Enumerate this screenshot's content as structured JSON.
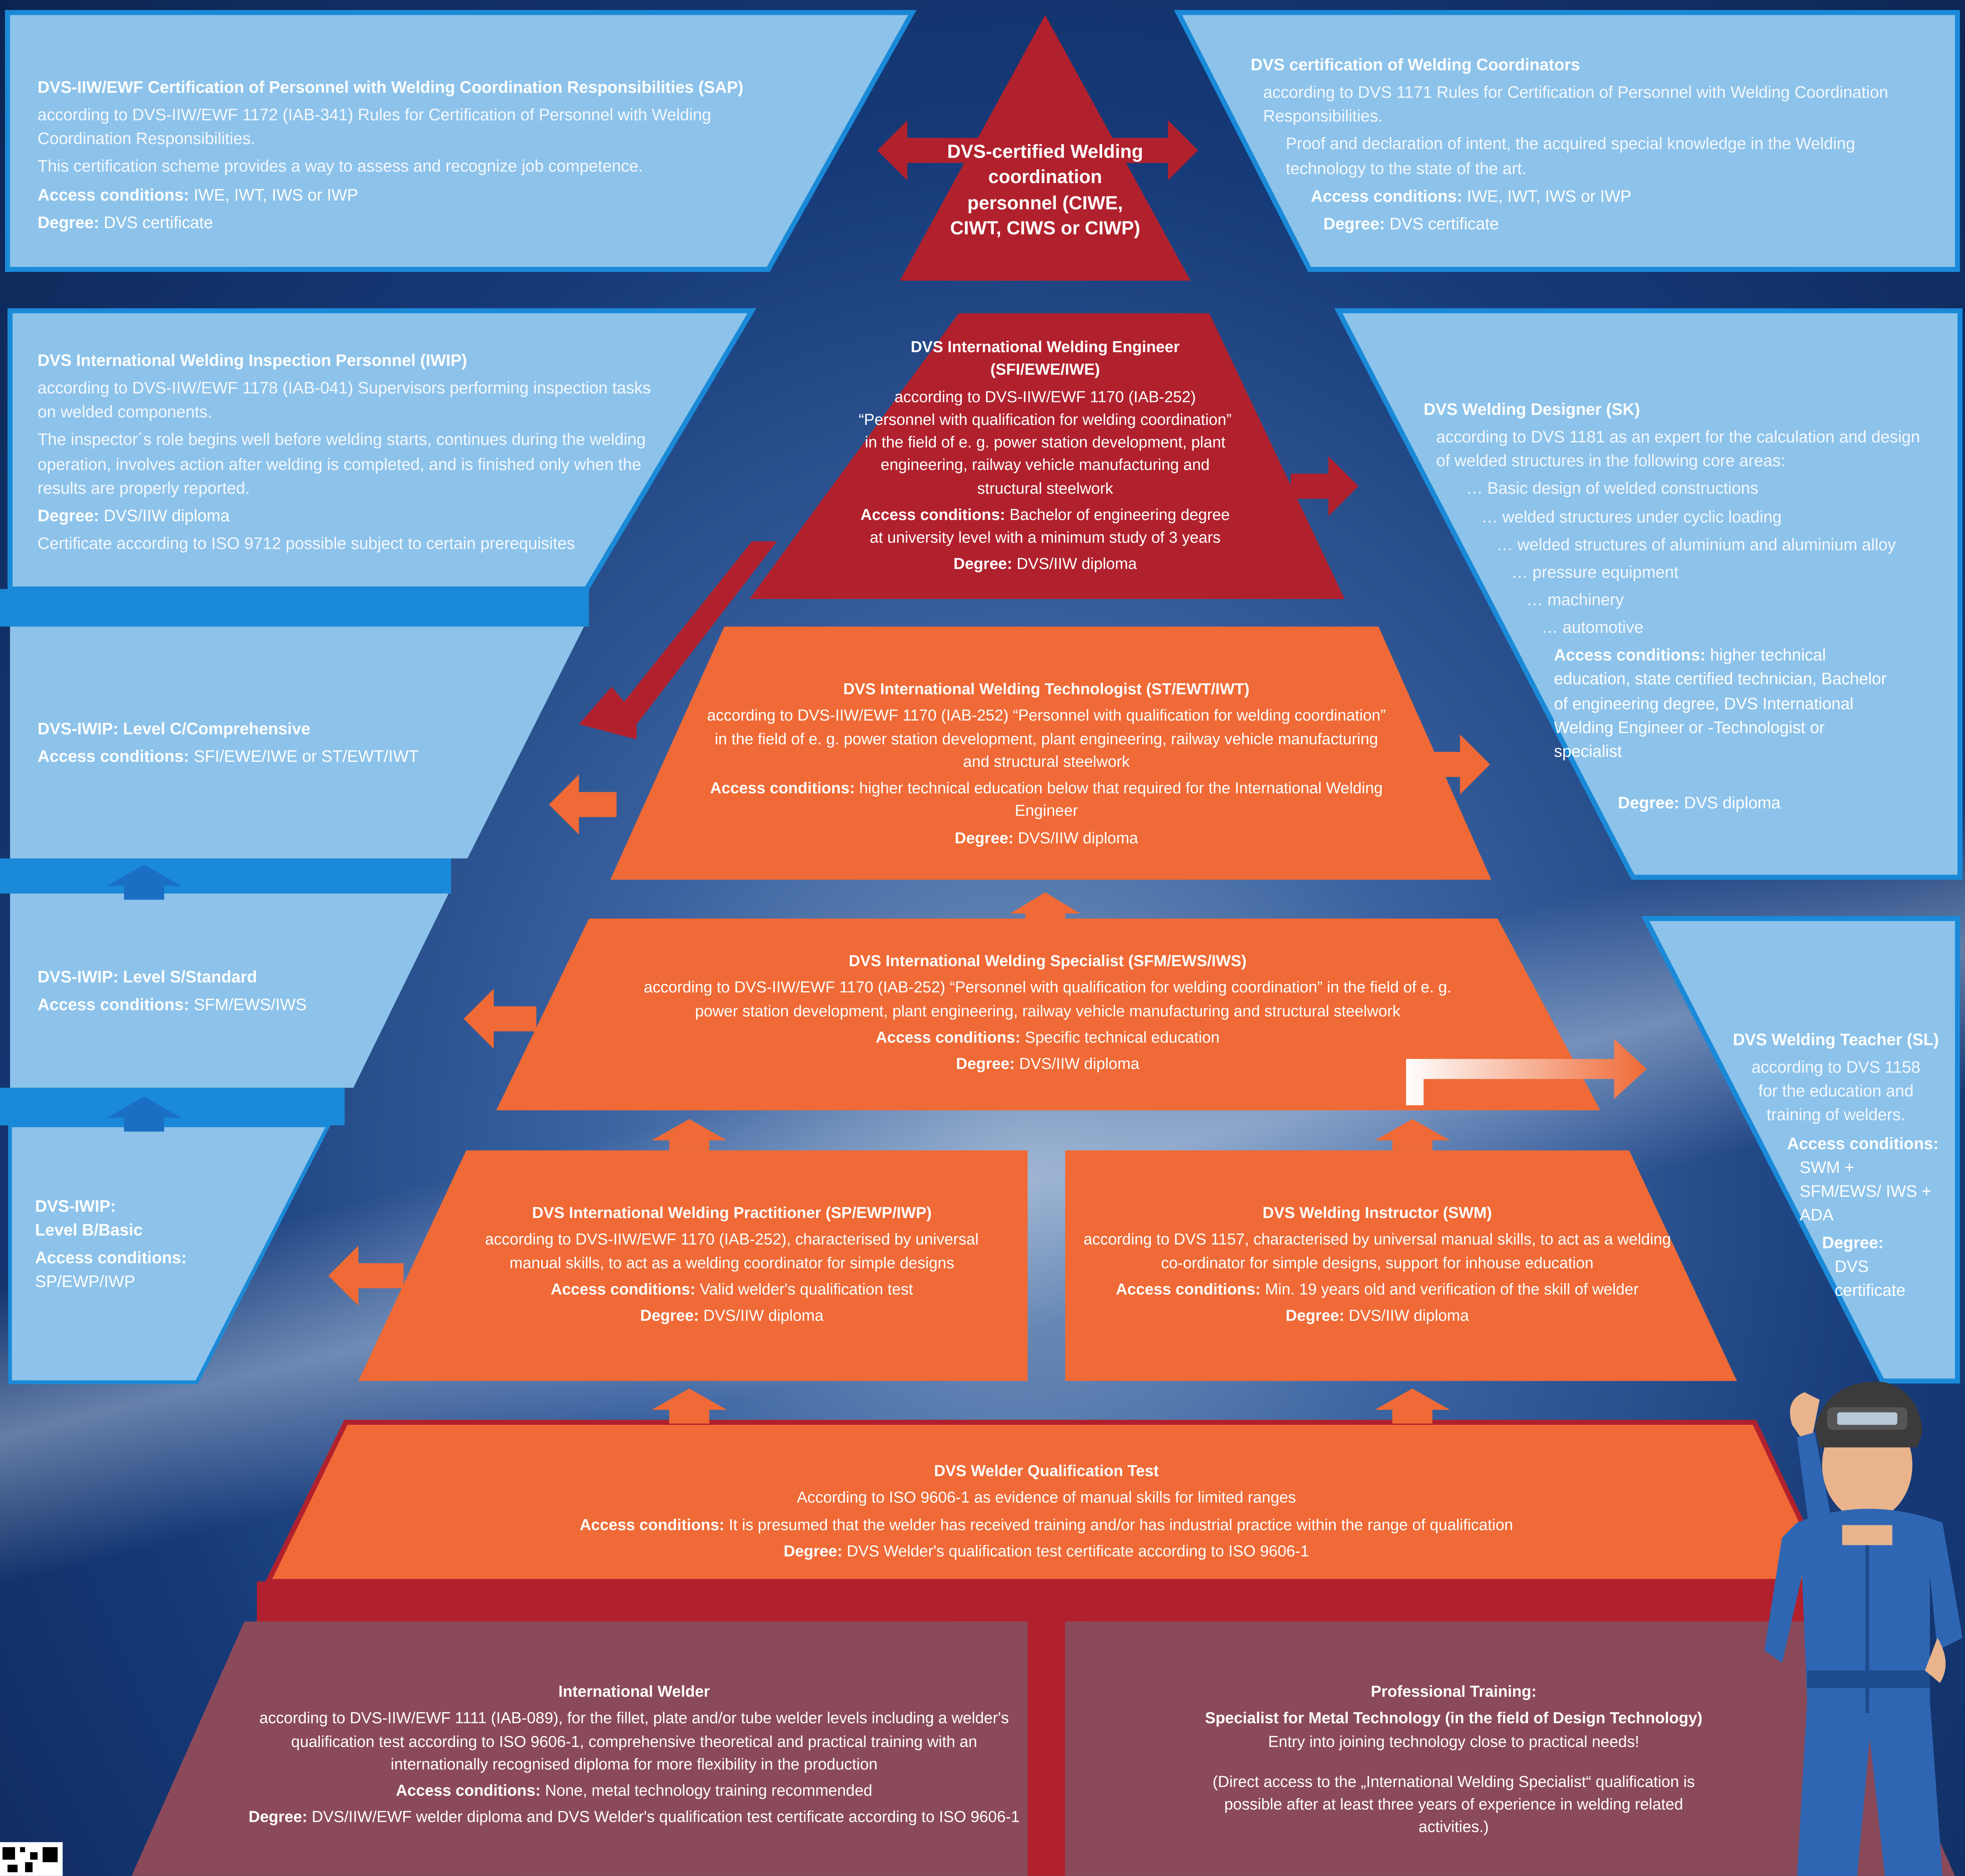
{
  "colors": {
    "light_blue_panel": "#8dc3ea",
    "blue_frame": "#1a8ad8",
    "dark_red": "#b1212d",
    "orange": "#ef6a36",
    "maroon": "#8b4a5a",
    "navy": "#0d2a5c"
  },
  "top_left": {
    "title": "DVS-IIW/EWF Certification of Personnel with Welding Coordination Responsibilities (SAP)",
    "desc": "according to DVS-IIW/EWF 1172 (IAB-341) Rules for Certification of Personnel with Welding Coordination Responsibilities.",
    "desc2": "This certification scheme provides a way to assess and recognize job competence.",
    "access_label": "Access conditions:",
    "access_value": "IWE, IWT, IWS or IWP",
    "degree_label": "Degree:",
    "degree_value": "DVS certificate"
  },
  "top_right": {
    "title": "DVS certification of Welding Coordinators",
    "desc": "according to DVS 1171 Rules for Certification of Personnel with Welding Coordination Responsibilities.",
    "desc2": "Proof and declaration of intent, the acquired special knowledge in the Welding technology to the state of the art.",
    "access_label": "Access conditions:",
    "access_value": "IWE, IWT, IWS or IWP",
    "degree_label": "Degree:",
    "degree_value": "DVS certificate"
  },
  "apex": {
    "label": "DVS-certified Welding coordination personnel (CIWE, CIWT, CIWS or CIWP)"
  },
  "iwip": {
    "title": "DVS International Welding Inspection Personnel (IWIP)",
    "desc": "according to DVS-IIW/EWF 1178 (IAB-041) Supervisors performing inspection tasks on welded components.",
    "desc2": "The inspector´s role begins well before welding starts, continues during the welding operation, involves action after welding is completed, and is finished only when the results are properly reported.",
    "degree_label": "Degree:",
    "degree_value": "DVS/IIW diploma",
    "note": "Certificate according to ISO 9712 possible subject to certain prerequisites"
  },
  "iwip_c": {
    "title": "DVS-IWIP: Level C/Comprehensive",
    "access_label": "Access conditions:",
    "access_value": "SFI/EWE/IWE or ST/EWT/IWT"
  },
  "iwip_s": {
    "title": "DVS-IWIP: Level S/Standard",
    "access_label": "Access conditions:",
    "access_value": "SFM/EWS/IWS"
  },
  "iwip_b": {
    "title1": "DVS-IWIP:",
    "title2": "Level B/Basic",
    "access_label": "Access conditions:",
    "access_value": "SP/EWP/IWP"
  },
  "designer": {
    "title": "DVS Welding Designer (SK)",
    "desc": "according to DVS 1181 as an expert for the calculation and design of welded structures in the following core areas:",
    "areas": [
      "… Basic design of welded constructions",
      "… welded structures under cyclic loading",
      "… welded structures of aluminium and aluminium alloy",
      "… pressure equipment",
      "… machinery",
      "… automotive"
    ],
    "access_label": "Access conditions:",
    "access_value": "higher technical education, state certified technician, Bachelor of engineering degree, DVS International Welding Engineer or -Technologist or specialist",
    "degree_label": "Degree:",
    "degree_value": "DVS diploma"
  },
  "teacher": {
    "title": "DVS Welding Teacher (SL)",
    "desc": "according to DVS 1158 for the education and training of welders.",
    "access_label": "Access conditions:",
    "access_value": "SWM + SFM/EWS/ IWS + ADA",
    "degree_label": "Degree:",
    "degree_value": "DVS certificate"
  },
  "engineer": {
    "title": "DVS International Welding Engineer (SFI/EWE/IWE)",
    "desc": "according to DVS-IIW/EWF 1170 (IAB-252) “Personnel with qualification for welding coordination” in the field of e. g. power station development, plant engineering, railway vehicle manufacturing and structural steelwork",
    "access_label": "Access conditions:",
    "access_value": "Bachelor of engineering degree at university level with a minimum study of 3 years",
    "degree_label": "Degree:",
    "degree_value": "DVS/IIW diploma"
  },
  "technologist": {
    "title": "DVS International Welding Technologist (ST/EWT/IWT)",
    "desc": "according to DVS-IIW/EWF 1170 (IAB-252) “Personnel with qualification for welding coordination” in the field of e. g. power station development, plant engineering, railway vehicle manufacturing and structural steelwork",
    "access_label": "Access conditions:",
    "access_value": "higher technical education below that required for the International Welding Engineer",
    "degree_label": "Degree:",
    "degree_value": "DVS/IIW diploma"
  },
  "specialist": {
    "title": "DVS International Welding Specialist (SFM/EWS/IWS)",
    "desc": "according to DVS-IIW/EWF 1170 (IAB-252) “Personnel with qualification for welding coordination” in the field of e. g. power station development, plant engineering, railway vehicle manufacturing and structural steelwork",
    "access_label": "Access conditions:",
    "access_value": "Specific technical education",
    "degree_label": "Degree:",
    "degree_value": "DVS/IIW diploma"
  },
  "practitioner": {
    "title": "DVS International Welding Practitioner (SP/EWP/IWP)",
    "desc": "according to DVS-IIW/EWF 1170 (IAB-252), characterised by universal manual skills, to act as a welding coordinator for simple designs",
    "access_label": "Access conditions:",
    "access_value": "Valid welder's qualification test",
    "degree_label": "Degree:",
    "degree_value": "DVS/IIW diploma"
  },
  "instructor": {
    "title": "DVS Welding Instructor (SWM)",
    "desc": "according to DVS 1157, characterised by universal manual skills, to act as a welding co-ordinator for simple designs, support for inhouse education",
    "access_label": "Access conditions:",
    "access_value": "Min. 19 years old and verification of the skill of welder",
    "degree_label": "Degree:",
    "degree_value": "DVS/IIW diploma"
  },
  "qualification": {
    "title": "DVS Welder Qualification Test",
    "desc": "According to ISO 9606-1 as evidence of manual skills for limited ranges",
    "access_label": "Access conditions:",
    "access_value": "It is presumed that the welder has received training and/or has industrial practice within the range of qualification",
    "degree_label": "Degree:",
    "degree_value": "DVS Welder's qualification test certificate according to ISO 9606-1"
  },
  "intl_welder": {
    "title": "International Welder",
    "desc": "according to DVS-IIW/EWF 1111 (IAB-089), for the fillet, plate and/or tube welder levels including a welder's qualification test according to ISO 9606-1, comprehensive theoretical and practical training with an internationally recognised diploma for more flexibility in the production",
    "access_label": "Access conditions:",
    "access_value": "None, metal technology training recommended",
    "degree_label": "Degree:",
    "degree_value": "DVS/IIW/EWF welder diploma and DVS Welder's qualification test certificate according to ISO 9606-1"
  },
  "prof_training": {
    "title": "Professional Training:",
    "subtitle": "Specialist for Metal Technology (in the field of Design Technology)",
    "desc": "Entry into joining technology close to practical needs!",
    "note": "(Direct access to the „International Welding Specialist“ qualification is possible after at least three years of experience in welding related activities.)"
  }
}
